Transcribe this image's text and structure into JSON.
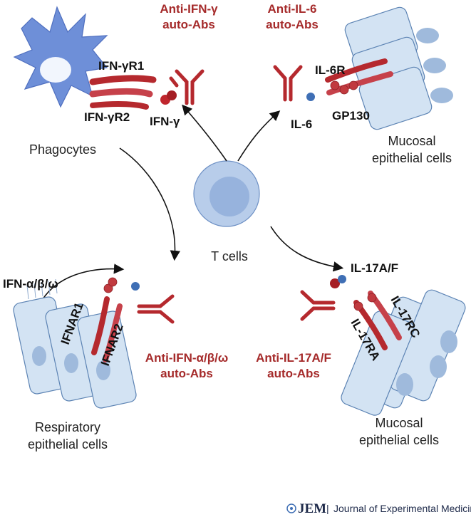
{
  "top_left": {
    "antibody_label_line1": "Anti-IFN-γ",
    "antibody_label_line2": "auto-Abs",
    "receptor1": "IFN-γR1",
    "receptor2": "IFN-γR2",
    "ligand": "IFN-γ",
    "cell_label": "Phagocytes"
  },
  "top_right": {
    "antibody_label_line1": "Anti-IL-6",
    "antibody_label_line2": "auto-Abs",
    "receptor1": "IL-6R",
    "receptor2": "GP130",
    "ligand": "IL-6",
    "cell_label_line1": "Mucosal",
    "cell_label_line2": "epithelial cells"
  },
  "center": {
    "cell_label": "T cells"
  },
  "bottom_left": {
    "ligand": "IFN-α/β/ω",
    "receptor1": "IFNAR1",
    "receptor2": "IFNAR2",
    "antibody_label_line1": "Anti-IFN-α/β/ω",
    "antibody_label_line2": "auto-Abs",
    "cell_label_line1": "Respiratory",
    "cell_label_line2": "epithelial cells"
  },
  "bottom_right": {
    "ligand": "IL-17A/F",
    "receptor1": "IL-17RC",
    "receptor2": "IL-17RA",
    "antibody_label_line1": "Anti-IL-17A/F",
    "antibody_label_line2": "auto-Abs",
    "cell_label_line1": "Mucosal",
    "cell_label_line2": "epithelial cells"
  },
  "footer": {
    "logo_text": "JEM",
    "separator": "|",
    "journal_name": "Journal of Experimental Medicine"
  },
  "colors": {
    "antibody": "#b5292e",
    "cell_fill": "#d3e3f3",
    "label_red": "#a52a2a",
    "ligand_blue": "#3f6fb5"
  }
}
